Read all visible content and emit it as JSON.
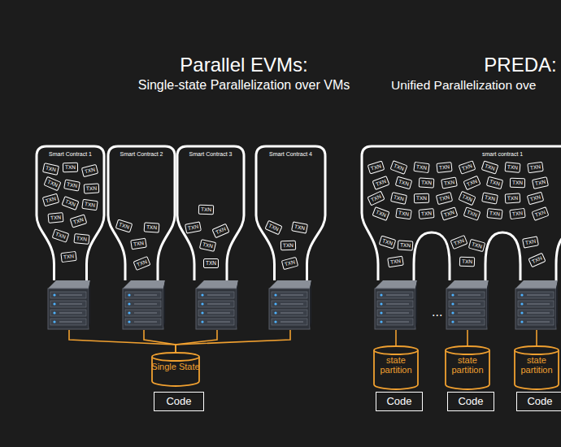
{
  "diagram": {
    "nodes": [
      {
        "text": [
          "Smart Contract 1"
        ]
      },
      {
        "text": [
          "TXN"
        ],
        "in": 0
      },
      {
        "text": [
          "TXN"
        ],
        "in": 0
      },
      {
        "text": [
          "TXN"
        ],
        "in": 0
      },
      {
        "text": [
          "TXN"
        ],
        "in": 0
      },
      {
        "text": [
          "TXN"
        ],
        "in": 0
      },
      {
        "text": [
          "TXN"
        ],
        "in": 0
      },
      {
        "text": [
          "TXN"
        ],
        "in": 0
      },
      {
        "text": [
          "TXN"
        ],
        "in": 0
      },
      {
        "text": [
          "TXN"
        ],
        "in": 0
      },
      {
        "text": [
          "TXN"
        ],
        "in": 0
      },
      {
        "text": [
          "TXN"
        ],
        "in": 0
      },
      {
        "text": [
          "TXN"
        ],
        "in": 0
      },
      {
        "text": [
          "TXN"
        ],
        "in": 0
      },
      {
        "text": [
          "TXN"
        ],
        "in": 0
      },
      {
        "text": [
          "Smart Contract 2"
        ]
      },
      {
        "text": [
          "TXN"
        ],
        "in": 15
      },
      {
        "text": [
          "TXN"
        ],
        "in": 15
      },
      {
        "text": [
          "TXN"
        ],
        "in": 15
      },
      {
        "text": [
          "TXN"
        ],
        "in": 15
      },
      {
        "text": [
          "Smart Contract 3"
        ]
      },
      {
        "text": [
          "TXN"
        ],
        "in": 20
      },
      {
        "text": [
          "TXN"
        ],
        "in": 20
      },
      {
        "text": [
          "TXN"
        ],
        "in": 20
      },
      {
        "text": [
          "TXN"
        ],
        "in": 20
      },
      {
        "text": [
          "TXN"
        ],
        "in": 20
      },
      {
        "text": [
          "Smart Contract 4"
        ]
      },
      {
        "text": [
          "TXN"
        ],
        "in": 26
      },
      {
        "text": [
          "TXN"
        ],
        "in": 26
      },
      {
        "text": [
          "TXN"
        ],
        "in": 26
      },
      {
        "text": [
          "TXN"
        ],
        "in": 26
      },
      {
        "text": [
          "Single State"
        ]
      },
      {
        "text": [
          "Code"
        ]
      },
      {
        "text": [
          "smart contract 1"
        ]
      },
      {
        "text": [
          "TXN"
        ],
        "in": 33
      },
      {
        "text": [
          "TXN"
        ],
        "in": 33
      },
      {
        "text": [
          "TXN"
        ],
        "in": 33
      },
      {
        "text": [
          "TXN"
        ],
        "in": 33
      },
      {
        "text": [
          "TXN"
        ],
        "in": 33
      },
      {
        "text": [
          "TXN"
        ],
        "in": 33
      },
      {
        "text": [
          "TXN"
        ],
        "in": 33
      },
      {
        "text": [
          "TXN"
        ],
        "in": 33
      },
      {
        "text": [
          "TXN"
        ],
        "in": 33
      },
      {
        "text": [
          "TXN"
        ],
        "in": 33
      },
      {
        "text": [
          "TXN"
        ],
        "in": 33
      },
      {
        "text": [
          "TXN"
        ],
        "in": 33
      },
      {
        "text": [
          "TXN"
        ],
        "in": 33
      },
      {
        "text": [
          "TXN"
        ],
        "in": 33
      },
      {
        "text": [
          "TXN"
        ],
        "in": 33
      },
      {
        "text": [
          "TXN"
        ],
        "in": 33
      },
      {
        "text": [
          "TXN"
        ],
        "in": 33
      },
      {
        "text": [
          "TXN"
        ],
        "in": 33
      },
      {
        "text": [
          "TXN"
        ],
        "in": 33
      },
      {
        "text": [
          "TXN"
        ],
        "in": 33
      },
      {
        "text": [
          "TXN"
        ],
        "in": 33
      },
      {
        "text": [
          "TXN"
        ],
        "in": 33
      },
      {
        "text": [
          "TXN"
        ],
        "in": 33
      },
      {
        "text": [
          "TXN"
        ],
        "in": 33
      },
      {
        "text": [
          "TXN"
        ],
        "in": 33
      },
      {
        "text": [
          "TXN"
        ],
        "in": 33
      },
      {
        "text": [
          "TXN"
        ],
        "in": 33
      },
      {
        "text": [
          "TXN"
        ],
        "in": 33
      },
      {
        "text": [
          "TXN"
        ],
        "in": 33
      },
      {
        "text": [
          "TXN"
        ],
        "in": 33
      },
      {
        "text": [
          "TXN"
        ],
        "in": 33
      },
      {
        "text": [
          "TXN"
        ],
        "in": 33
      },
      {
        "text": [
          "TXN"
        ],
        "in": 33
      },
      {
        "text": [
          "TXN"
        ],
        "in": 33
      },
      {
        "text": [
          "TXN"
        ],
        "in": 33
      },
      {
        "text": [
          "TXN"
        ],
        "in": 33
      },
      {
        "text": [
          "TXN"
        ],
        "in": 33
      },
      {
        "text": [
          "TXN"
        ],
        "in": 33
      },
      {
        "text": [
          "TXN"
        ],
        "in": 33
      },
      {
        "text": [
          "TXN"
        ],
        "in": 33
      },
      {
        "text": [
          "state partition"
        ]
      },
      {
        "text": [
          "Code"
        ]
      },
      {
        "text": [
          "state partition"
        ]
      },
      {
        "text": [
          "Code"
        ]
      },
      {
        "text": [
          "state partition"
        ]
      },
      {
        "text": [
          "Code"
        ]
      }
    ],
    "labels": [
      "Parallel EVMs:",
      "Single-state Parallelization over VMs",
      "PREDA:",
      "Unified Parallelization ove",
      "..."
    ]
  }
}
